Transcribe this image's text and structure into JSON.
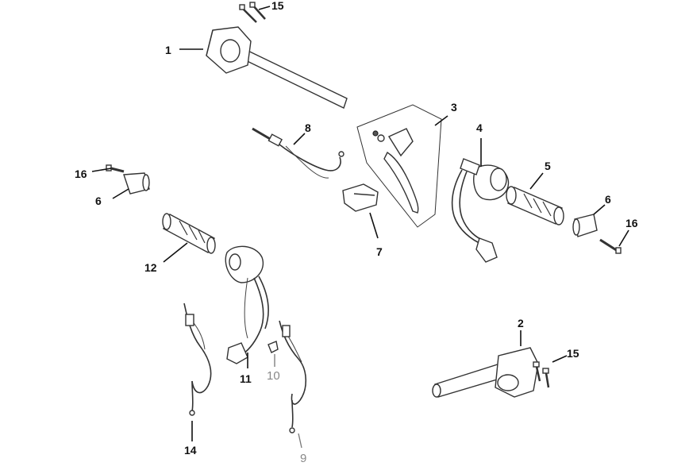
{
  "callouts": {
    "c1": "1",
    "c2": "2",
    "c3": "3",
    "c4": "4",
    "c5": "5",
    "c6a": "6",
    "c6b": "6",
    "c7": "7",
    "c8": "8",
    "c9": "9",
    "c10": "10",
    "c11": "11",
    "c12": "12",
    "c14": "14",
    "c15a": "15",
    "c15b": "15",
    "c16a": "16",
    "c16b": "16"
  },
  "colors": {
    "line": "#333333",
    "label": "#111111",
    "label_muted": "#888888"
  }
}
